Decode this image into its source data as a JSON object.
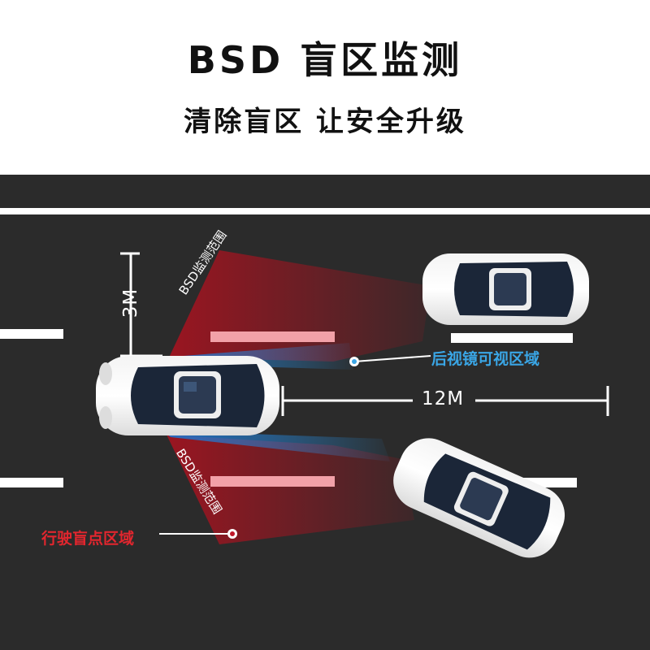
{
  "header": {
    "title": "BSD 盲区监测",
    "subtitle": "清除盲区 让安全升级"
  },
  "diagram": {
    "rear_view_zone_label": "后视镜可视区域",
    "blind_spot_zone_label": "行驶盲点区域",
    "bsd_range_label_top": "BSD监测范围",
    "bsd_range_label_bottom": "BSD监测范围",
    "distance_length": "12M",
    "distance_width": "3M"
  },
  "colors": {
    "road": "#2b2b2b",
    "lane_line": "#ffffff",
    "rear_view_blue": "#3aa6e6",
    "blind_spot_red": "#e2262e"
  }
}
